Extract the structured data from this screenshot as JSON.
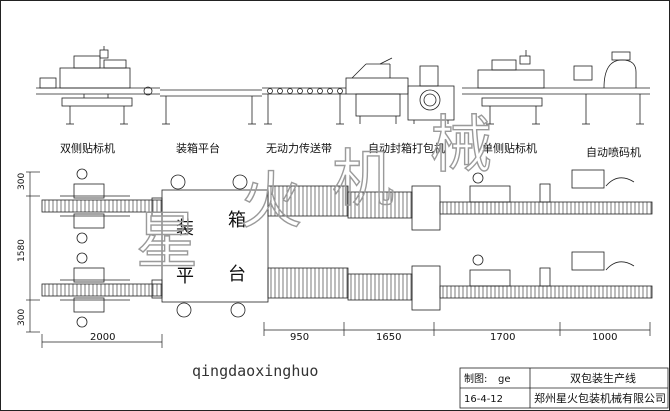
{
  "top_labels": {
    "double_side_labeler": "双侧贴标机",
    "boxing_platform": "装箱平台",
    "unpowered_conveyor": "无动力传送带",
    "auto_sealing_strapping": "自动封箱打包机",
    "single_side_labeler": "单侧贴标机",
    "auto_inkjet_coder": "自动喷码机"
  },
  "watermark": {
    "big_chars": [
      "星",
      "火",
      "机",
      "械"
    ],
    "latin": "qingdaoxinghuo"
  },
  "platform_chars": {
    "a": "装",
    "b": "箱",
    "c": "平",
    "d": "台"
  },
  "dimensions": {
    "h_1580": "1580",
    "h_300_top": "300",
    "h_300_bottom": "300",
    "w_2000": "2000",
    "w_950": "950",
    "w_1650": "1650",
    "w_1700": "1700",
    "w_1000": "1000"
  },
  "title_block": {
    "drawn_by_label": "制图:",
    "drawn_by_value": "ge",
    "drawing_title": "双包装生产线",
    "date": "16-4-12",
    "company": "郑州星火包装机械有限公司"
  },
  "colors": {
    "line": "#222222",
    "watermark": "#9a9a9a",
    "latin_watermark": "#333333"
  }
}
